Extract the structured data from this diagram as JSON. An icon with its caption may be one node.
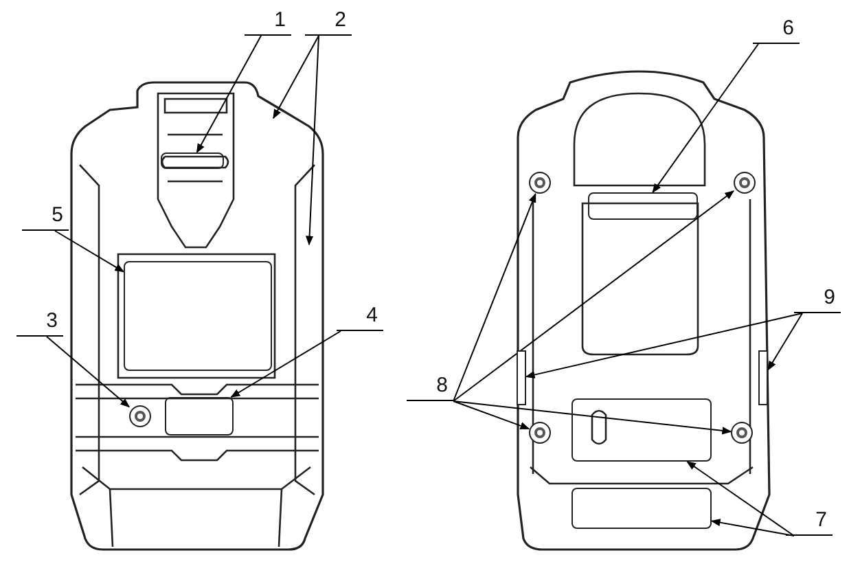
{
  "diagram": {
    "nodes": [
      {
        "text": [
          "1"
        ]
      },
      {
        "text": [],
        "shape": "box"
      },
      {
        "text": [
          "2"
        ]
      },
      {
        "text": [
          "5"
        ]
      },
      {
        "text": [],
        "shape": "box"
      },
      {
        "text": [
          "3"
        ]
      },
      {
        "text": [],
        "shape": "circle"
      },
      {
        "text": [
          "4"
        ]
      },
      {
        "text": [],
        "shape": "box"
      },
      {
        "text": [
          "6"
        ]
      },
      {
        "text": [],
        "shape": "box"
      },
      {
        "text": [],
        "shape": "circle"
      },
      {
        "text": [],
        "shape": "circle"
      },
      {
        "text": [
          "9"
        ]
      },
      {
        "text": [
          "8"
        ]
      },
      {
        "text": [],
        "shape": "bar"
      },
      {
        "text": [],
        "shape": "bar"
      },
      {
        "text": [],
        "shape": "circle"
      },
      {
        "text": [],
        "shape": "circle"
      },
      {
        "text": [],
        "shape": "box"
      },
      {
        "text": [
          "7"
        ]
      },
      {
        "text": [],
        "shape": "box"
      }
    ],
    "edges": [
      {
        "from": 0,
        "to": 1,
        "arrow": "to"
      },
      {
        "from": 2,
        "to": null,
        "arrow": "to"
      },
      {
        "from": 2,
        "to": null,
        "arrow": "to"
      },
      {
        "from": 3,
        "to": 4,
        "arrow": "to"
      },
      {
        "from": 5,
        "to": 6,
        "arrow": "to"
      },
      {
        "from": 7,
        "to": 8,
        "arrow": "to"
      },
      {
        "from": 9,
        "to": 10,
        "arrow": "to"
      },
      {
        "from": 14,
        "to": 11,
        "arrow": "to"
      },
      {
        "from": 14,
        "to": 12,
        "arrow": "to"
      },
      {
        "from": 14,
        "to": 17,
        "arrow": "to"
      },
      {
        "from": 14,
        "to": 18,
        "arrow": "to"
      },
      {
        "from": 13,
        "to": 15,
        "arrow": "to"
      },
      {
        "from": 13,
        "to": 16,
        "arrow": "to"
      },
      {
        "from": 20,
        "to": 19,
        "arrow": "to"
      },
      {
        "from": 20,
        "to": 21,
        "arrow": "to"
      }
    ]
  }
}
